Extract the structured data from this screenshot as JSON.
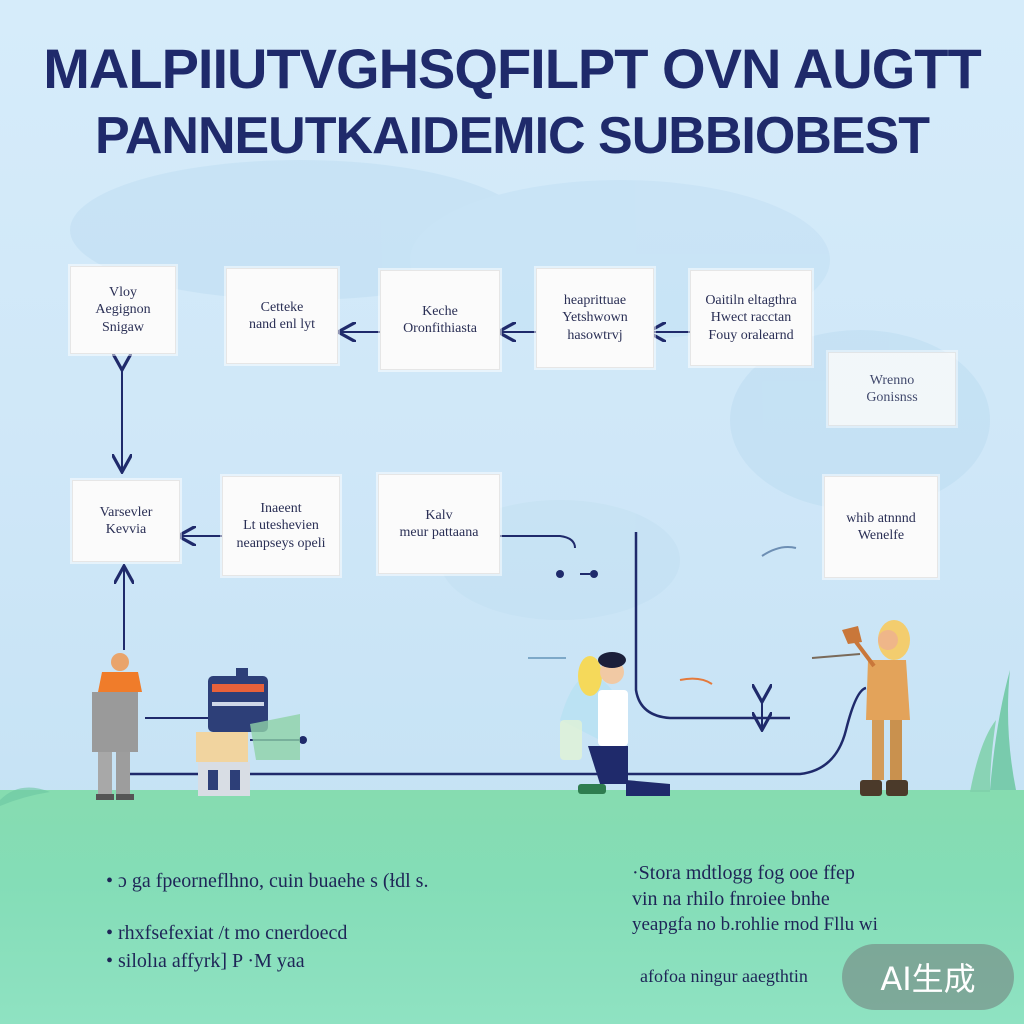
{
  "title": {
    "line1": "MALPIIUTVGHSQFILPT OVN AUGTT",
    "line2": "PANNEUTKAIDEMIC SUBBIOBEST"
  },
  "nodes": {
    "top_1": [
      "Vloy",
      "Aegignon",
      "Snigaw"
    ],
    "top_2": [
      "Cetteke",
      "nand enl lyt"
    ],
    "top_3": [
      "Keche",
      "Oronfithiasta"
    ],
    "top_4": [
      "heaprittuae",
      "Yetshwown",
      "hasowtrvj"
    ],
    "top_5": [
      "Oaitiln eltagthra",
      "Hwect racctan",
      "Fouy oralearnd"
    ],
    "side_right": [
      "Wrenno",
      "Gonisnss"
    ],
    "mid_1": [
      "Varsevler",
      "Kevvia"
    ],
    "mid_2": [
      "Inaeent",
      "Lt uteshevien",
      "neanpseys opeli"
    ],
    "mid_3": [
      "Kalv",
      "meur pattaana"
    ],
    "mid_4": [
      "whib atnnnd",
      "Wenelfe"
    ]
  },
  "bullets_left": [
    "• ɔ ga fpeorneflhno, cuin buaehe s (ɫdl s.",
    "• rhxfsefexiat /t mo cnerdoecd",
    "• silolıa affyrk]   P ·M yaa"
  ],
  "bullets_right": [
    "·Stora  mdtlogg fog ooe ffep",
    "vin  na  rhilo fnroiee bnhe",
    "yeapgfa no b.rohlie rnod Fllu wi",
    "afofoa ningur aaegthtin"
  ],
  "badge": "AI生成",
  "colors": {
    "title": "#1f2a6b",
    "arrow": "#1f2a6b",
    "ground": "#86dcb0",
    "sky": "#d6ecfa"
  }
}
